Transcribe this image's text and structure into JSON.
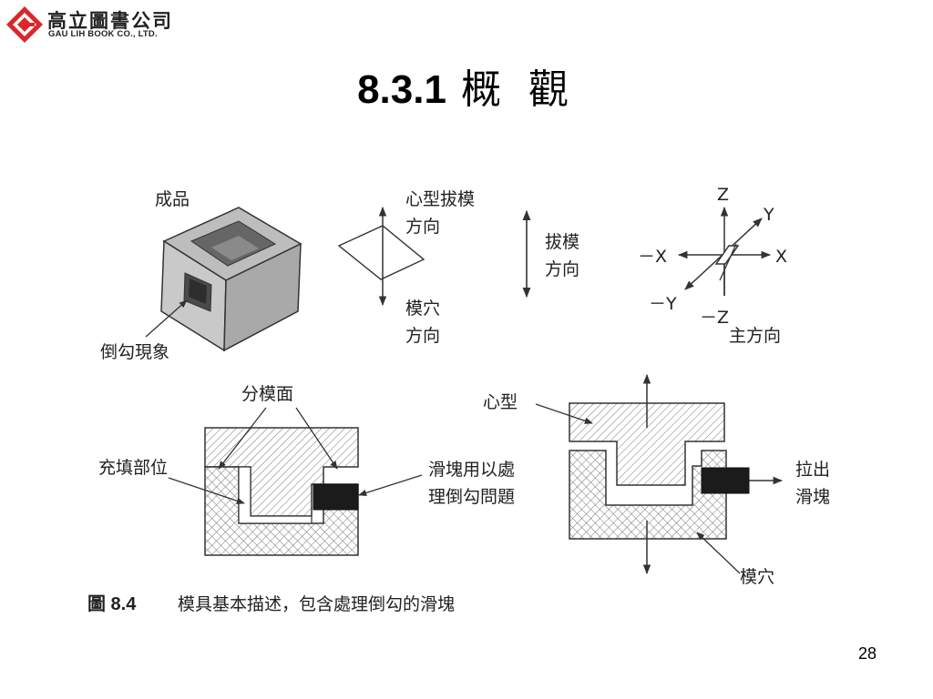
{
  "logo": {
    "name_zh": "高立圖書公司",
    "name_en": "GAU LIH BOOK CO., LTD."
  },
  "slide": {
    "number": "8.3.1",
    "title": "概 觀",
    "page": "28"
  },
  "diagram": {
    "labels": {
      "product": "成品",
      "undercut": "倒勾現象",
      "core_draft_1": "心型拔模",
      "core_draft_2": "方向",
      "cavity_draft_1": "模穴",
      "cavity_draft_2": "方向",
      "draft_1": "拔模",
      "draft_2": "方向",
      "axis_z": "Z",
      "axis_y": "Y",
      "axis_x": "X",
      "axis_neg_x": "－X",
      "axis_neg_y": "－Y",
      "axis_neg_z": "－Z",
      "main_direction": "主方向",
      "parting_surface": "分模面",
      "filled_part": "充填部位",
      "slide_use_1": "滑塊用以處",
      "slide_use_2": "理倒勾問題",
      "core": "心型",
      "pull_out_1": "拉出",
      "pull_out_2": "滑塊",
      "cavity": "模穴"
    },
    "caption": {
      "figure": "圖 8.4",
      "text": "模具基本描述，包含處理倒勾的滑塊"
    }
  }
}
